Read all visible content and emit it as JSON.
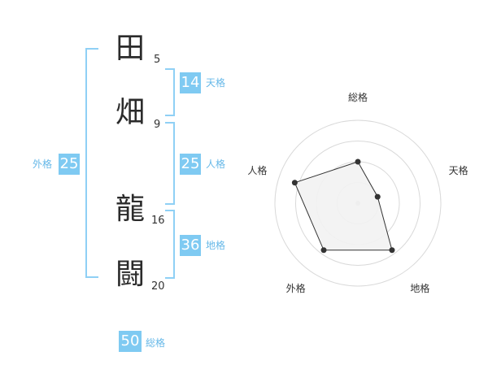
{
  "name_chars": [
    {
      "char": "田",
      "strokes": "5"
    },
    {
      "char": "畑",
      "strokes": "9"
    },
    {
      "char": "龍",
      "strokes": "16"
    },
    {
      "char": "闘",
      "strokes": "20"
    }
  ],
  "fortunes": {
    "tenkaku": {
      "value": "14",
      "label": "天格"
    },
    "jinkaku": {
      "value": "25",
      "label": "人格"
    },
    "chikaku": {
      "value": "36",
      "label": "地格"
    },
    "gaikaku": {
      "value": "25",
      "label": "外格"
    },
    "soukaku": {
      "value": "50",
      "label": "総格"
    }
  },
  "colors": {
    "accent": "#7fcaf2",
    "bracket": "#8fd0f5",
    "accent_text": "#66b8e8"
  },
  "chart_data": {
    "type": "radar",
    "axes": [
      "総格",
      "天格",
      "地格",
      "外格",
      "人格"
    ],
    "values": [
      0.5,
      0.25,
      0.7,
      0.7,
      0.8
    ],
    "max": 1,
    "rings": 4,
    "grid": true
  }
}
